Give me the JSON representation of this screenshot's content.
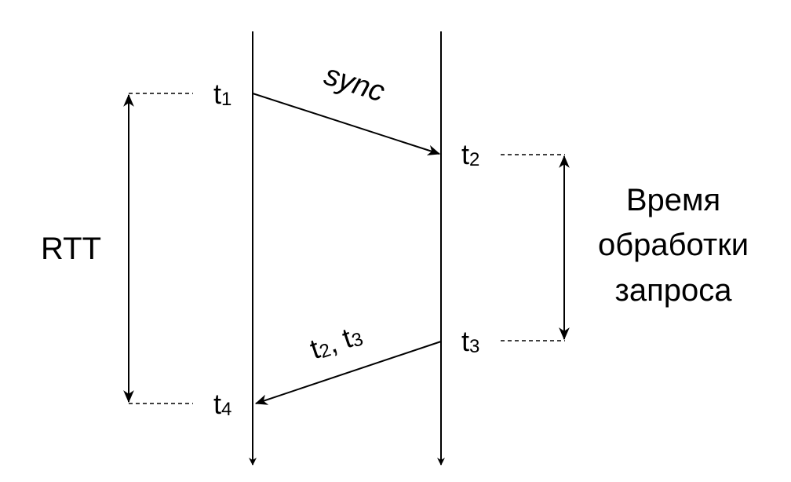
{
  "labels": {
    "rtt": "RTT",
    "processing_time": [
      "Время",
      "обработки",
      "запроса"
    ],
    "sync_message": "sync",
    "reply_message": {
      "t": "t",
      "sub_a": "2",
      "sep": ", ",
      "t2": "t",
      "sub_b": "3"
    },
    "timestamps": [
      {
        "t": "t",
        "sub": "1"
      },
      {
        "t": "t",
        "sub": "2"
      },
      {
        "t": "t",
        "sub": "3"
      },
      {
        "t": "t",
        "sub": "4"
      }
    ]
  },
  "colors": {
    "line": "#000000",
    "background": "#ffffff"
  }
}
